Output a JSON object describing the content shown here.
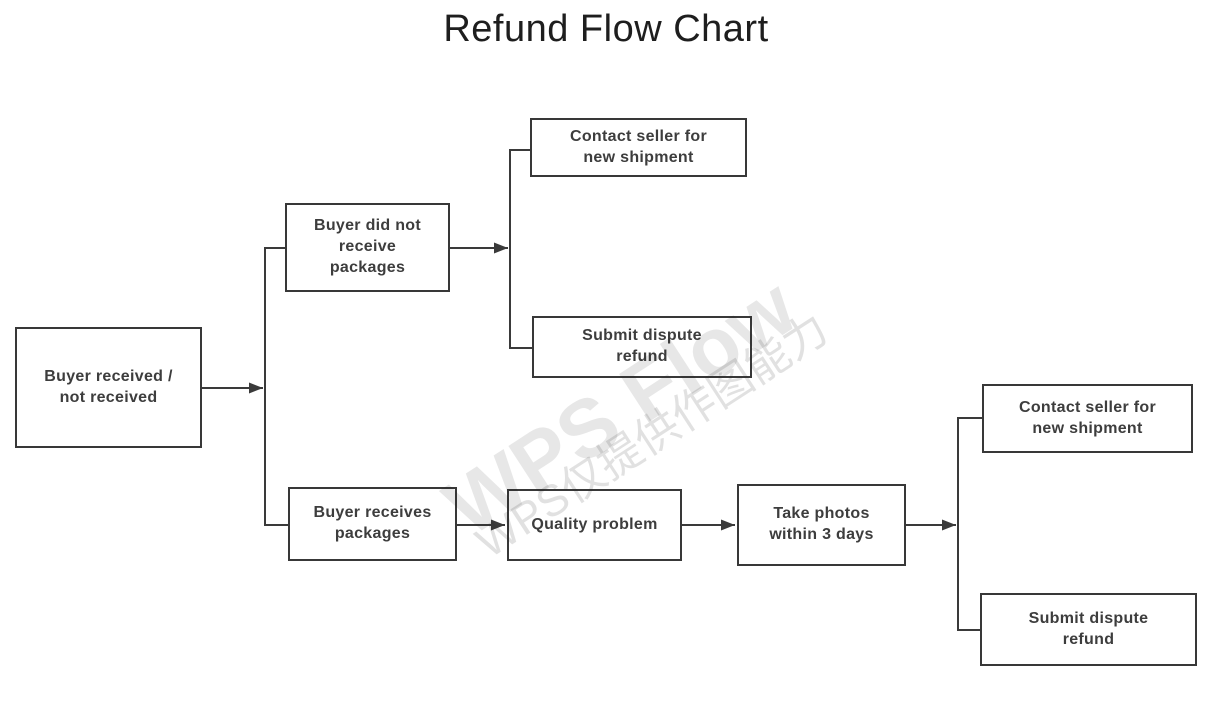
{
  "title": "Refund Flow Chart",
  "watermark": {
    "brand": "WPS Flow",
    "notice": "WPS仅提供作图能力"
  },
  "colors": {
    "line": "#3a3a3a",
    "box_border": "#383838",
    "box_text": "#3d3d3d",
    "title_text": "#1e1e1e",
    "watermark_text": "rgba(40,40,40,0.12)"
  },
  "nodes": [
    {
      "id": "start",
      "lines": [
        "Buyer received /",
        "not received"
      ]
    },
    {
      "id": "not-received",
      "lines": [
        "Buyer did not",
        "receive",
        "packages"
      ]
    },
    {
      "id": "contact-top",
      "lines": [
        "Contact seller for",
        "new shipment"
      ]
    },
    {
      "id": "dispute-top",
      "lines": [
        "Submit dispute",
        "refund"
      ]
    },
    {
      "id": "received",
      "lines": [
        "Buyer receives",
        "packages"
      ]
    },
    {
      "id": "quality",
      "lines": [
        "Quality problem"
      ]
    },
    {
      "id": "photos",
      "lines": [
        "Take photos",
        "within 3 days"
      ]
    },
    {
      "id": "contact-right",
      "lines": [
        "Contact seller for",
        "new shipment"
      ]
    },
    {
      "id": "dispute-right",
      "lines": [
        "Submit dispute",
        "refund"
      ]
    }
  ],
  "edges": [
    {
      "from": "start",
      "to": "branch-1",
      "arrow": true
    },
    {
      "from": "branch-1",
      "to": "not-received",
      "arrow": false
    },
    {
      "from": "branch-1",
      "to": "received",
      "arrow": false
    },
    {
      "from": "not-received",
      "to": "branch-2",
      "arrow": true
    },
    {
      "from": "branch-2",
      "to": "contact-top",
      "arrow": false
    },
    {
      "from": "branch-2",
      "to": "dispute-top",
      "arrow": false
    },
    {
      "from": "received",
      "to": "quality",
      "arrow": true
    },
    {
      "from": "quality",
      "to": "photos",
      "arrow": true
    },
    {
      "from": "photos",
      "to": "branch-3",
      "arrow": true
    },
    {
      "from": "branch-3",
      "to": "contact-right",
      "arrow": false
    },
    {
      "from": "branch-3",
      "to": "dispute-right",
      "arrow": false
    }
  ]
}
